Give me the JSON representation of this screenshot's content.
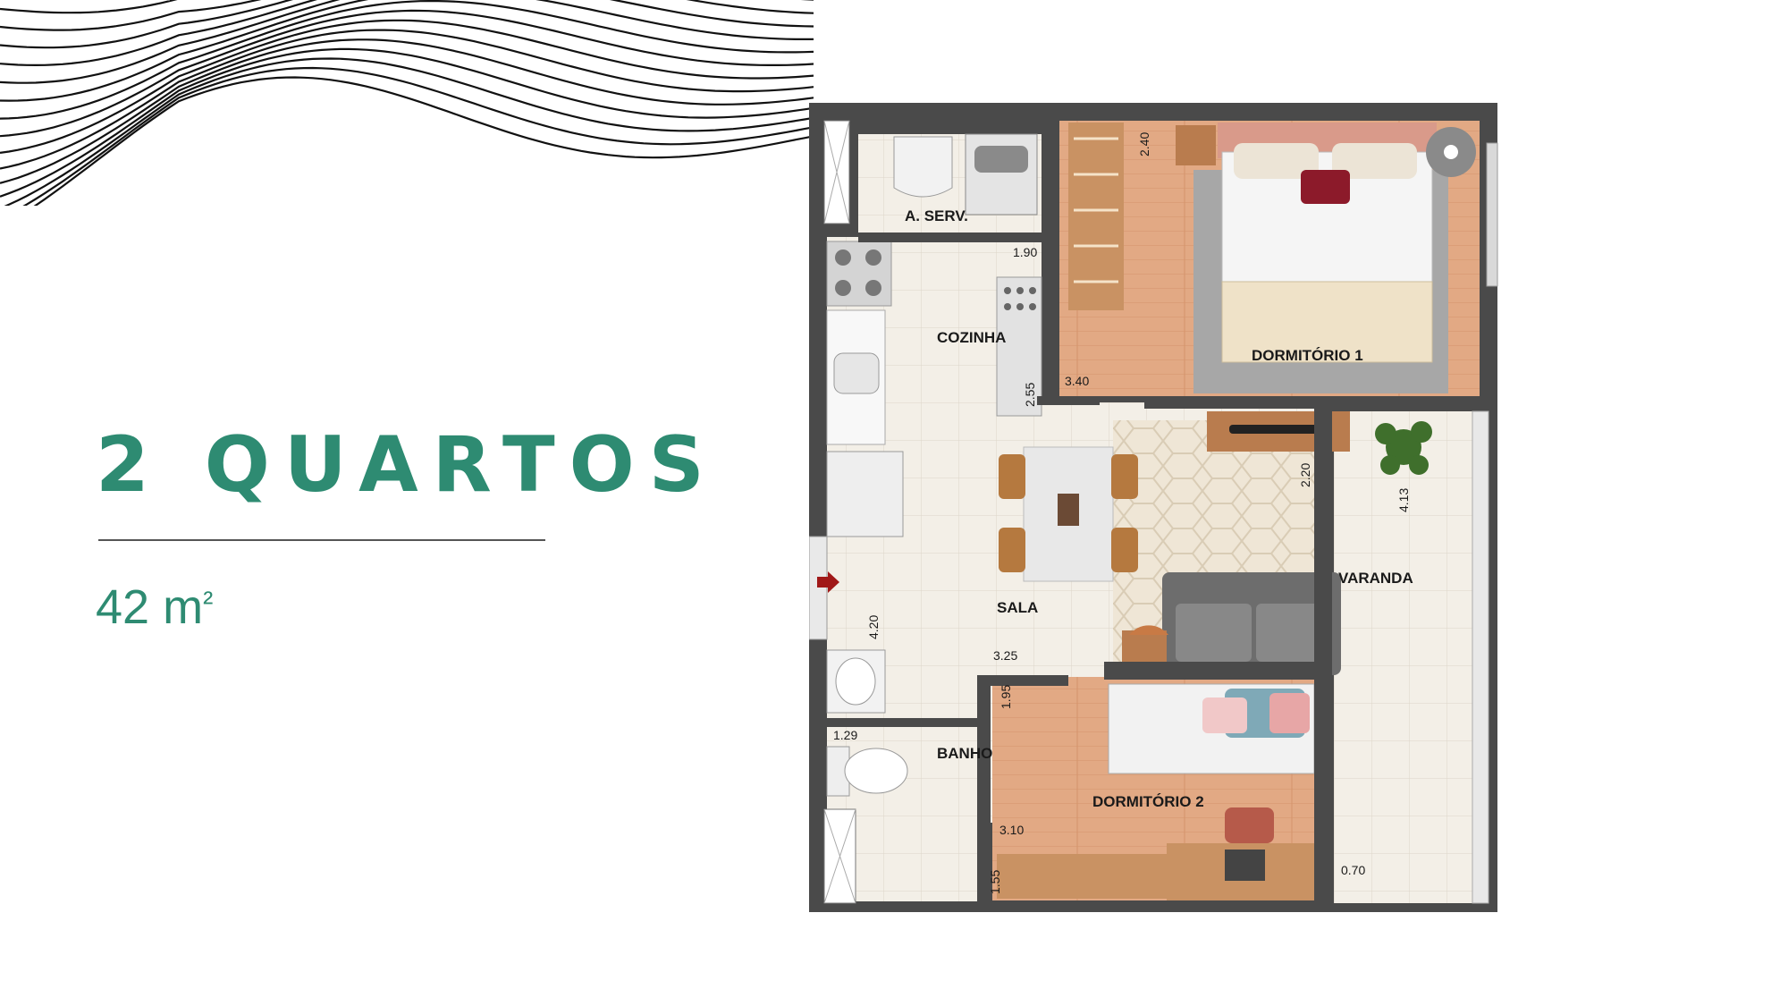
{
  "heading": "2 QUARTOS",
  "area": {
    "value": "42 m",
    "unit_suffix": "²"
  },
  "colors": {
    "accent": "#2e8b72",
    "wall": "#4a4a4a",
    "wood_floor": "#e2a984",
    "tile_floor": "#f3efe7",
    "entry_arrow": "#a01818"
  },
  "rooms": {
    "service": "A. SERV.",
    "kitchen": "COZINHA",
    "bedroom1": "DORMITÓRIO 1",
    "living": "SALA",
    "balcony": "VARANDA",
    "bedroom2": "DORMITÓRIO 2",
    "bath": "BANHO"
  },
  "dimensions": {
    "bedroom1_width": "2.40",
    "bedroom1_depth": "3.40",
    "kitchen_width": "1.90",
    "kitchen_depth": "2.55",
    "living_depth": "2.20",
    "balcony_length": "4.13",
    "living_width": "4.20",
    "living_length": "3.25",
    "bedroom2_width": "1.95",
    "bedroom2_depth": "3.10",
    "bath_width": "1.29",
    "bath_depth": "1.55",
    "balcony_width": "0.70"
  },
  "icons": [
    "entry-arrow-icon",
    "stove-icon",
    "sink-icon",
    "washing-machine-icon",
    "toilet-icon",
    "plant-icon",
    "sofa-icon",
    "bed-icon",
    "tv-icon"
  ]
}
